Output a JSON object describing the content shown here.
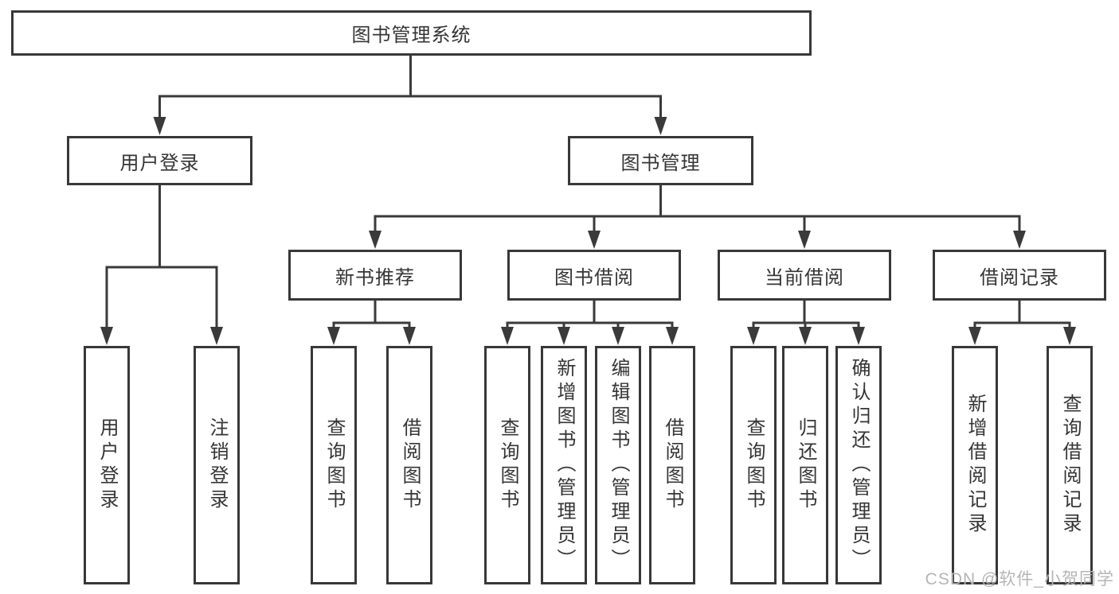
{
  "diagram": {
    "root": {
      "label": "图书管理系统"
    },
    "branches": [
      {
        "label": "用户登录",
        "children": [
          {
            "label": "用户登录"
          },
          {
            "label": "注销登录"
          }
        ]
      },
      {
        "label": "图书管理",
        "children": [
          {
            "label": "新书推荐",
            "children": [
              {
                "label": "查询图书"
              },
              {
                "label": "借阅图书"
              }
            ]
          },
          {
            "label": "图书借阅",
            "children": [
              {
                "label": "查询图书"
              },
              {
                "label": "新增图书（管理员）"
              },
              {
                "label": "编辑图书（管理员）"
              },
              {
                "label": "借阅图书"
              }
            ]
          },
          {
            "label": "当前借阅",
            "children": [
              {
                "label": "查询图书"
              },
              {
                "label": "归还图书"
              },
              {
                "label": "确认归还（管理员）"
              }
            ]
          },
          {
            "label": "借阅记录",
            "children": [
              {
                "label": "新增借阅记录"
              },
              {
                "label": "查询借阅记录"
              }
            ]
          }
        ]
      }
    ]
  },
  "watermark": {
    "text": "CSDN @软件_小贺同学"
  },
  "colors": {
    "line": "#3a3a3a",
    "box_border": "#383838",
    "text": "#353535",
    "watermark": "#b5b5b5",
    "background": "#ffffff"
  }
}
